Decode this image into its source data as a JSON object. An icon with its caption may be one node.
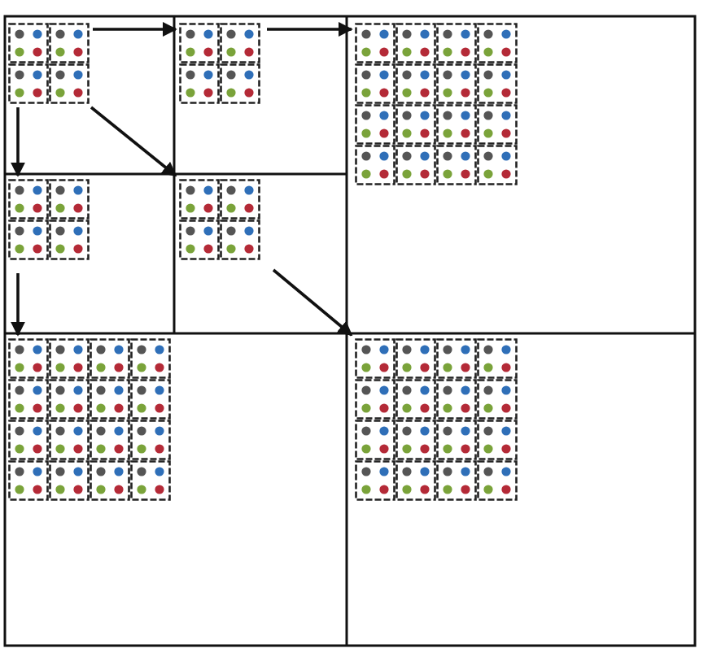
{
  "diagram": {
    "nodes": [
      {
        "text": [],
        "shape": "picture"
      },
      {
        "text": [],
        "shape": "picture"
      },
      {
        "text": [],
        "shape": "picture"
      },
      {
        "text": [],
        "shape": "picture"
      },
      {
        "text": [],
        "shape": "picture"
      },
      {
        "text": [],
        "shape": "picture"
      },
      {
        "text": [],
        "shape": "picture"
      }
    ],
    "edges": [
      {
        "from": 0,
        "to": 1,
        "arrow": "to"
      },
      {
        "from": 1,
        "to": 2,
        "arrow": "to"
      },
      {
        "from": 0,
        "to": 3,
        "arrow": "to"
      },
      {
        "from": 0,
        "to": 4,
        "arrow": "to"
      },
      {
        "from": 3,
        "to": 5,
        "arrow": "to"
      },
      {
        "from": 4,
        "to": 6,
        "arrow": "to"
      }
    ]
  }
}
